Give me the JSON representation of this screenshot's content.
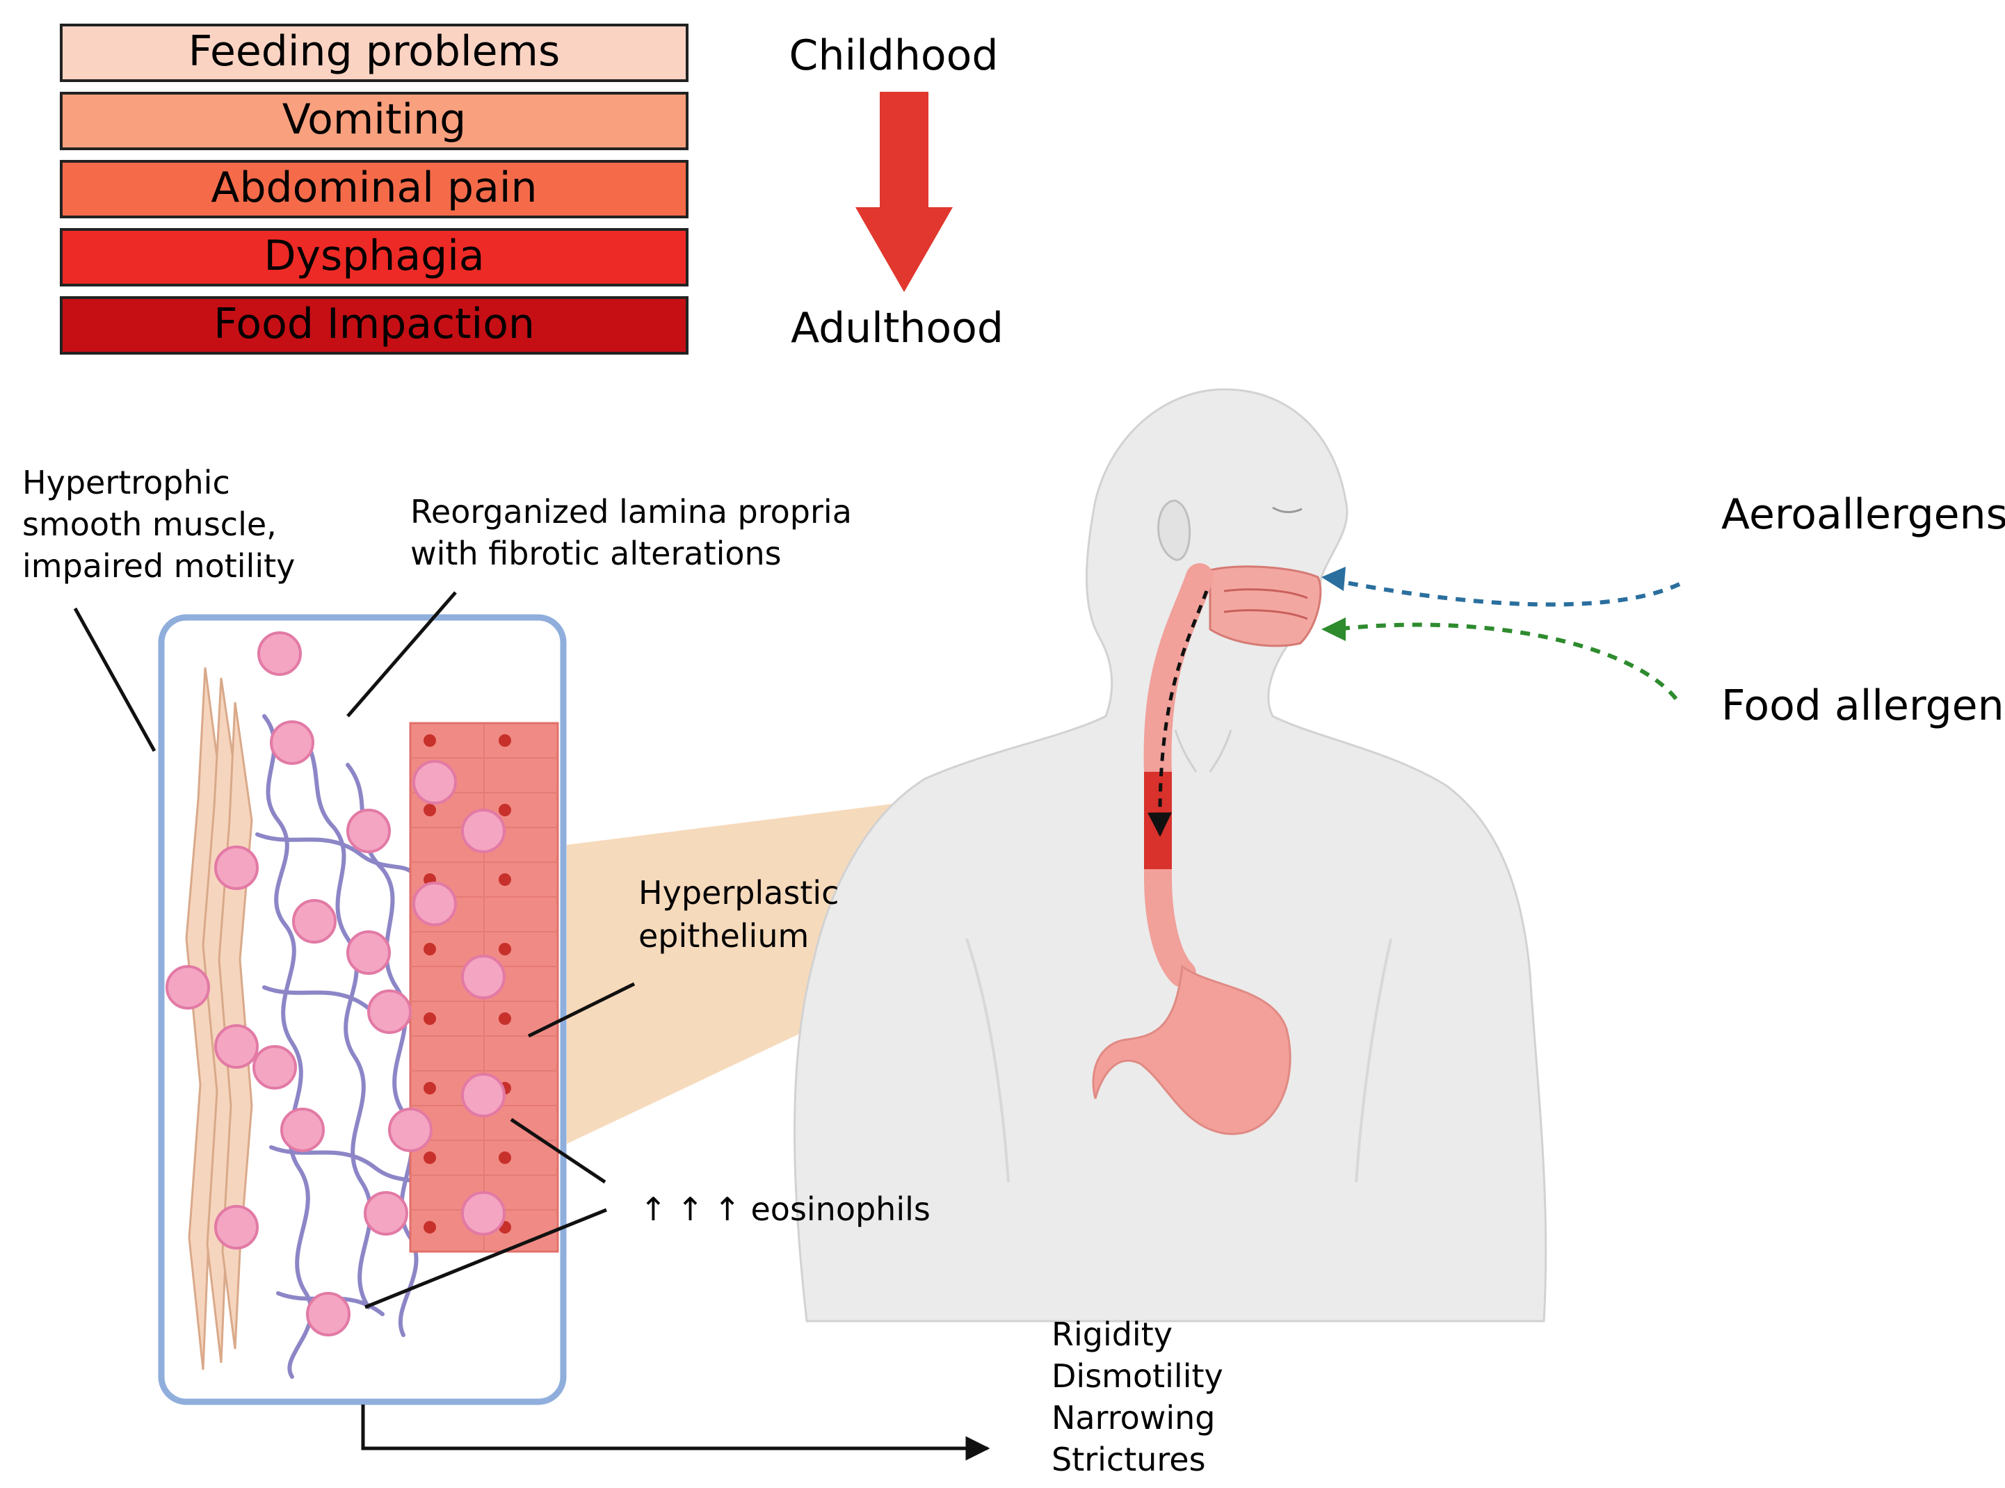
{
  "symptoms": {
    "items": [
      {
        "label": "Feeding problems",
        "color": "#FBD3C3"
      },
      {
        "label": "Vomiting",
        "color": "#F9A07E"
      },
      {
        "label": "Abdominal pain",
        "color": "#F56B4A"
      },
      {
        "label": "Dysphagia",
        "color": "#EE2A26"
      },
      {
        "label": "Food Impaction",
        "color": "#C50F15"
      }
    ],
    "arrow_color": "#E1372E",
    "top_label": "Childhood",
    "bottom_label": "Adulthood"
  },
  "histology": {
    "label_smooth_muscle": [
      "Hypertrophic",
      "smooth muscle,",
      "impaired motility"
    ],
    "label_lamina_propria": [
      "Reorganized lamina propria",
      "with fibrotic alterations"
    ],
    "label_epithelium": [
      "Hyperplastic",
      "epithelium"
    ],
    "label_eosinophils": "↑ ↑ ↑ eosinophils",
    "box_border_color": "#8FAEDC",
    "epithelium_color": "#F08A84",
    "eosinophil_color": "#F4A5C2"
  },
  "allergens": {
    "aero_label": "Aeroallergens",
    "aero_color": "#2A6F9E",
    "food_label": "Food allergens",
    "food_color": "#2E8B2E"
  },
  "outcomes": {
    "items": [
      "Rigidity",
      "Dismotility",
      "Narrowing",
      "Strictures"
    ]
  }
}
